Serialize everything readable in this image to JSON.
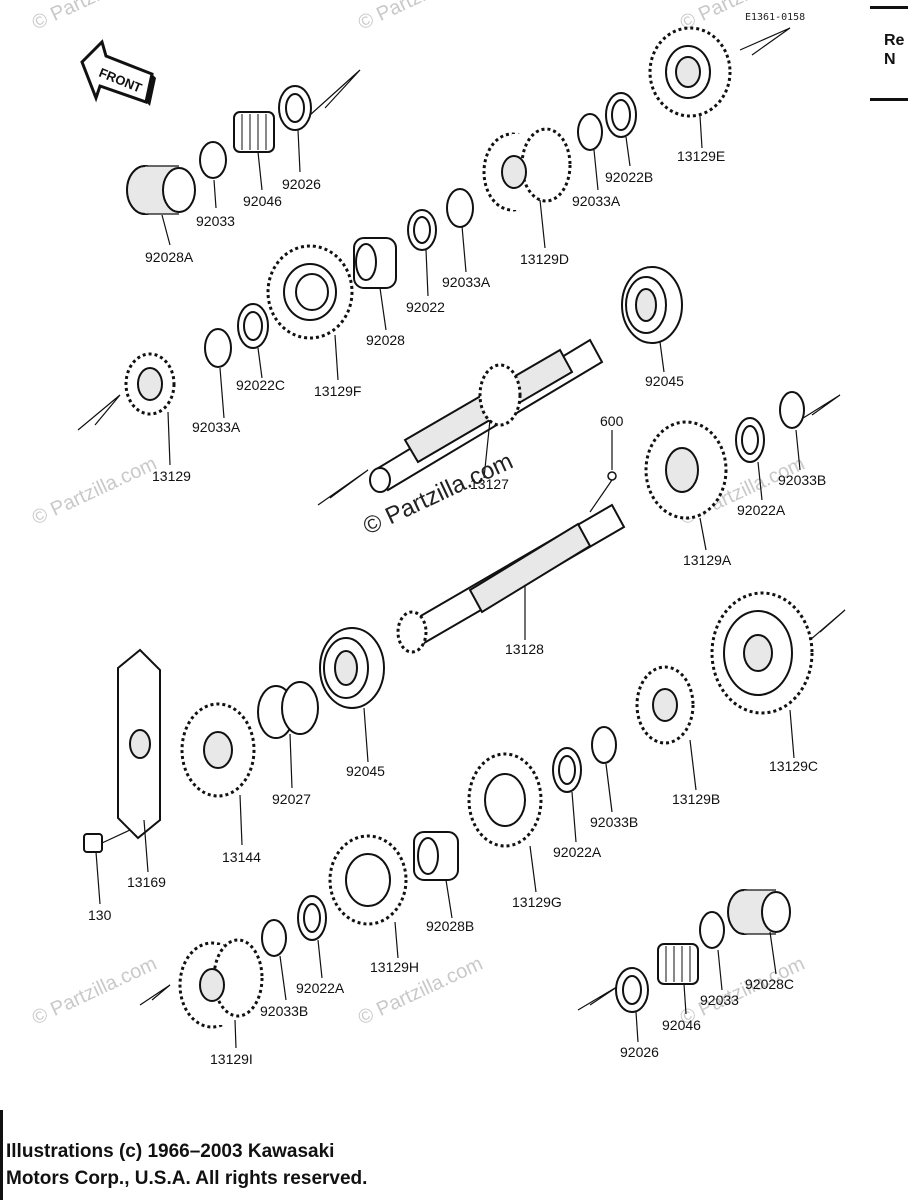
{
  "diagram_code": "E1361-0158",
  "front_label": "FRONT",
  "side_panel": {
    "line1": "Re",
    "line2": "N"
  },
  "watermark_center": "© Partzilla.com",
  "watermark_tile": "© Partzilla.com",
  "copyright": {
    "line1": "Illustrations (c) 1966–2003 Kawasaki",
    "line2": "Motors Corp., U.S.A.  All rights reserved."
  },
  "part_labels": {
    "p92028A": "92028A",
    "p92033_top": "92033",
    "p92046_top": "92046",
    "p92026_top": "92026",
    "p13129E": "13129E",
    "p92022B": "92022B",
    "p92033A_top": "92033A",
    "p13129D": "13129D",
    "p92033A_mid": "92033A",
    "p92022": "92022",
    "p92028": "92028",
    "p13129F": "13129F",
    "p92022C": "92022C",
    "p92033A_left": "92033A",
    "p13129": "13129",
    "p13127": "13127",
    "p92045_top": "92045",
    "p600": "600",
    "p92033B_right": "92033B",
    "p92022A_right": "92022A",
    "p13129A": "13129A",
    "p13128": "13128",
    "p13129C": "13129C",
    "p13129B": "13129B",
    "p92033B_mid": "92033B",
    "p92022A_mid": "92022A",
    "p13129G": "13129G",
    "p92045_bottom": "92045",
    "p92027": "92027",
    "p13144": "13144",
    "p13169": "13169",
    "p130": "130",
    "p92028B": "92028B",
    "p13129H": "13129H",
    "p92022A_bottom": "92022A",
    "p92033B_bottom": "92033B",
    "p13129I": "13129I",
    "p92026_bottom": "92026",
    "p92046_bottom": "92046",
    "p92033_bottom": "92033",
    "p92028C": "92028C"
  }
}
